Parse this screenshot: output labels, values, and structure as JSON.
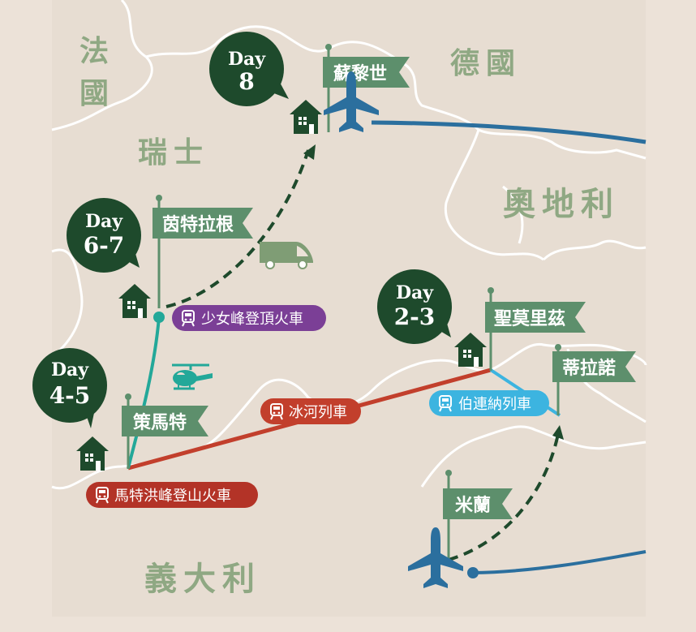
{
  "countries": {
    "france": "法國",
    "germany": "德國",
    "switzerland": "瑞士",
    "austria": "奧地利",
    "italy": "義大利"
  },
  "stops": {
    "zurich": {
      "name": "蘇黎世",
      "day_label": "Day",
      "day_value": "8"
    },
    "interlaken": {
      "name": "茵特拉根",
      "day_label": "Day",
      "day_value": "6-7"
    },
    "zermatt": {
      "name": "策馬特",
      "day_label": "Day",
      "day_value": "4-5"
    },
    "st_moritz": {
      "name": "聖莫里茲",
      "day_label": "Day",
      "day_value": "2-3"
    },
    "tirano": {
      "name": "蒂拉諾"
    },
    "milan": {
      "name": "米蘭"
    }
  },
  "routes": {
    "jungfrau": "少女峰登頂火車",
    "glacier": "冰河列車",
    "bernina": "伯連納列車",
    "gornergrat": "馬特洪峰登山火車"
  },
  "colors": {
    "background": "#ece2d8",
    "land": "#e7ddd2",
    "dark_green": "#1e4a2c",
    "flag_green": "#5d8f6c",
    "label_green": "#8fa883",
    "plane_blue": "#2b6f9e",
    "glacier_red": "#c23f2c",
    "jungfrau_purple": "#7b3f96",
    "bernina_cyan": "#3cb4e0",
    "gornergrat_red": "#b33327",
    "teal": "#23a899",
    "van_green": "#7f9d75"
  },
  "icons": [
    "house-icon",
    "airplane-icon",
    "train-icon",
    "helicopter-icon",
    "van-icon"
  ]
}
